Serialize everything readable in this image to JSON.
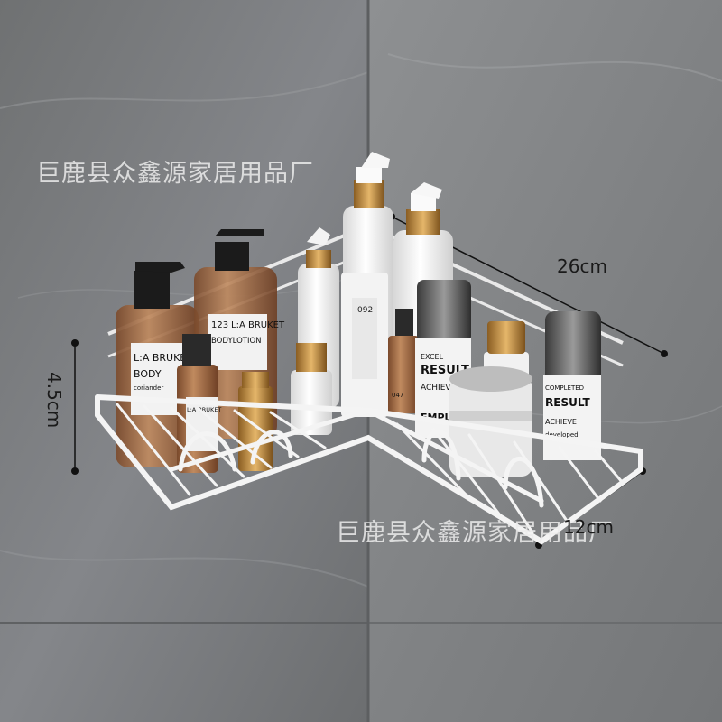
{
  "watermark": {
    "top": "巨鹿县众鑫源家居用品厂",
    "bottom": "巨鹿县众鑫源家居用品厂"
  },
  "dimensions": {
    "width": "26cm",
    "depth": "12cm",
    "height": "4.5cm"
  },
  "product_labels": {
    "brand": "L:A BRUKET",
    "number_123": "123",
    "number_092": "092",
    "number_047": "047",
    "bodylotion": "BODYLOTION",
    "body": "BODY",
    "coriander": "coriander",
    "result": "RESULT",
    "excel": "EXCEL",
    "achieve": "ACHIEVE",
    "employ": "EMPLOY",
    "completed": "COMPLETED",
    "developed": "developed"
  },
  "colors": {
    "wall_left": "#7b7d7e",
    "wall_right": "#8a8c8d",
    "rack": "#f4f4f4",
    "gold_cap": "#b8863b",
    "black_pump": "#1b1b1b"
  }
}
